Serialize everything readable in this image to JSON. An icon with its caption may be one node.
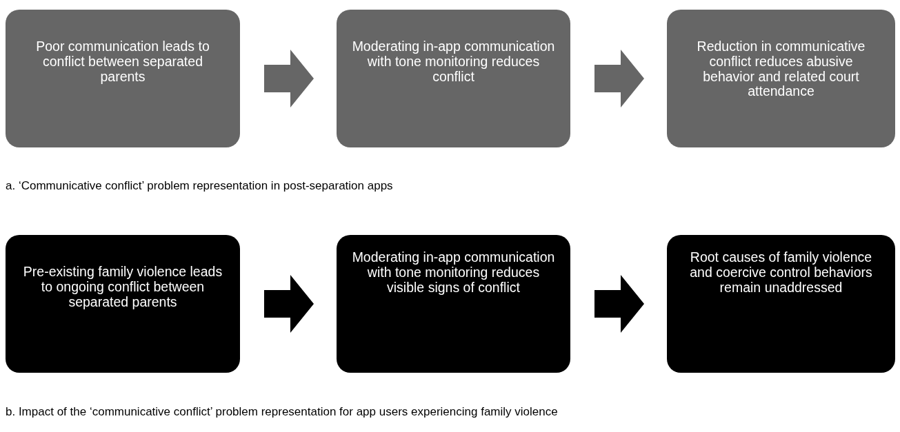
{
  "diagram": {
    "nodes": [
      {
        "text": [
          "Poor communication leads to conflict between separated parents"
        ]
      },
      {
        "text": [
          "Moderating in-app communication with tone monitoring reduces conflict"
        ]
      },
      {
        "text": [
          "Reduction in communicative conflict reduces abusive behavior and related court attendance"
        ]
      },
      {
        "text": [
          "Pre-existing family violence leads to ongoing conflict between separated parents"
        ]
      },
      {
        "text": [
          "Moderating in-app communication with tone monitoring reduces visible signs of conflict"
        ]
      },
      {
        "text": [
          "Root causes of family violence and coercive control behaviors remain unaddressed"
        ]
      }
    ],
    "edges": [
      {
        "from": 0,
        "to": 1,
        "arrow": "to"
      },
      {
        "from": 1,
        "to": 2,
        "arrow": "to"
      },
      {
        "from": 3,
        "to": 4,
        "arrow": "to",
        "color": "#000000"
      },
      {
        "from": 4,
        "to": 5,
        "arrow": "to",
        "color": "#000000"
      }
    ],
    "labels": [
      "a. ‘Communicative conflict’ problem representation in post-separation apps",
      "b. Impact of the ‘communicative conflict’ problem representation for app users experiencing family violence"
    ]
  }
}
